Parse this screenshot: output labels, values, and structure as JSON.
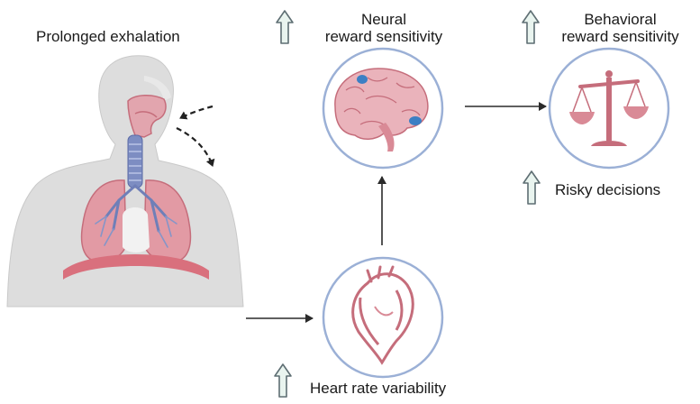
{
  "labels": {
    "prolonged_exhalation": "Prolonged exhalation",
    "neural_line1": "Neural",
    "neural_line2": "reward sensitivity",
    "behavioral_line1": "Behavioral",
    "behavioral_line2": "reward sensitivity",
    "risky_decisions": "Risky decisions",
    "heart_rate_variability": "Heart rate variability"
  },
  "icons": {
    "increase": "up-arrow-icon",
    "body": "respiratory-body-icon",
    "brain": "brain-icon",
    "heart": "heart-icon",
    "scales": "balance-scale-icon"
  },
  "colors": {
    "circle_stroke": "#9bb0d6",
    "organ_pink": "#d98a96",
    "organ_dark": "#c56d7b",
    "body_gray": "#dcdcdc",
    "lung_blue": "#6f7fb8",
    "brain_spot": "#3c7fc4",
    "arrow_fill": "#e9f4ef",
    "arrow_stroke": "#5e6e73",
    "connector": "#2a2a2a"
  }
}
